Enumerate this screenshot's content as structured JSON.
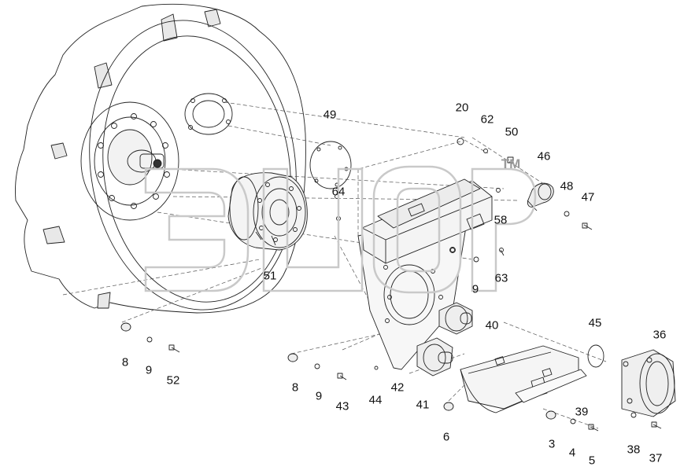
{
  "diagram": {
    "labels": {
      "p20": "20",
      "p62": "62",
      "p50": "50",
      "p46": "46",
      "p48": "48",
      "p47": "47",
      "p49": "49",
      "p64": "64",
      "p58": "58",
      "p63": "63",
      "p9a": "9",
      "p51": "51",
      "p8a": "8",
      "p9b": "9",
      "p52": "52",
      "p45": "45",
      "p36": "36",
      "p40": "40",
      "p8b": "8",
      "p9c": "9",
      "p43": "43",
      "p44": "44",
      "p42": "42",
      "p41": "41",
      "p6": "6",
      "p39": "39",
      "p3": "3",
      "p4": "4",
      "p5": "5",
      "p38": "38",
      "p37": "37"
    },
    "watermark": {
      "tm": "TM"
    }
  }
}
